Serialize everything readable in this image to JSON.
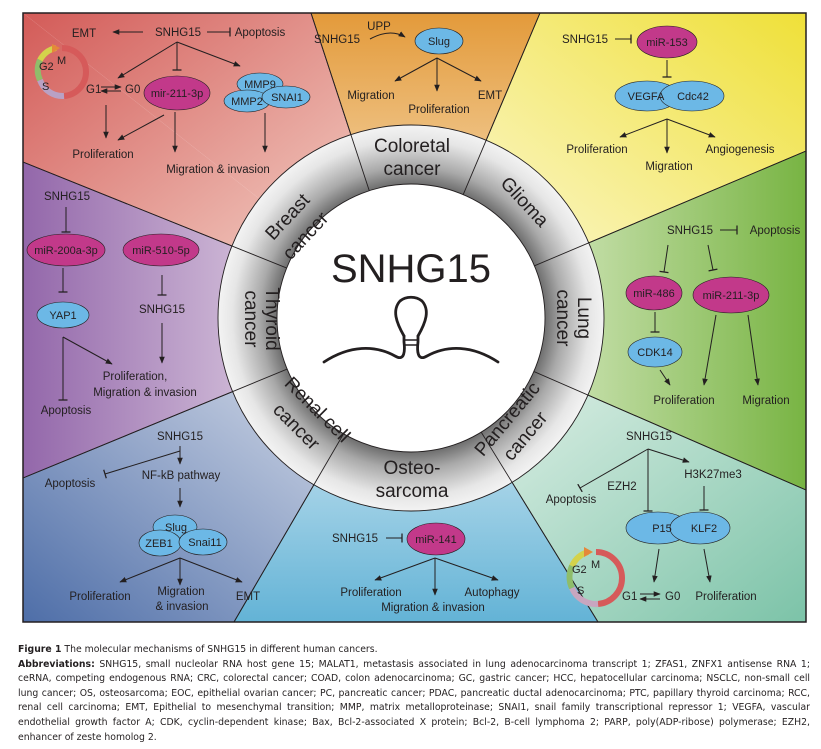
{
  "center": {
    "title": "SNHG15",
    "icon": "rna-hairpin-icon"
  },
  "colors": {
    "mirna": "#c2398a",
    "protein": "#6cb8e6",
    "ring_dark": "#8a8a8a",
    "ring_light": "#f2f2f2",
    "text": "#231f20"
  },
  "segments": [
    {
      "id": "breast",
      "line1": "Breast",
      "line2": "cancer",
      "bg": [
        "#d35b58",
        "#f7dfd0"
      ]
    },
    {
      "id": "colorectal",
      "line1": "Coloretal",
      "line2": "cancer",
      "bg": [
        "#e8a33a",
        "#fdf0d6"
      ]
    },
    {
      "id": "glioma",
      "line1": "Glioma",
      "line2": "",
      "bg": [
        "#f2e33f",
        "#fdfbe6"
      ]
    },
    {
      "id": "lung",
      "line1": "Lung",
      "line2": "cancer",
      "bg": [
        "#7fb847",
        "#fbfcef"
      ]
    },
    {
      "id": "pancreatic",
      "line1": "Pancreatic",
      "line2": "cancer",
      "bg": [
        "#7fc6ab",
        "#f3faf5"
      ]
    },
    {
      "id": "osteosarcoma",
      "line1": "Osteo-",
      "line2": "sarcoma",
      "bg": [
        "#68b8d8",
        "#eef7fa"
      ]
    },
    {
      "id": "renal",
      "line1": "Renal cell",
      "line2": "cancer",
      "bg": [
        "#5677ae",
        "#eef0f4"
      ]
    },
    {
      "id": "thyroid",
      "line1": "Thyroid",
      "line2": "cancer",
      "bg": [
        "#9a6cae",
        "#f6eef5"
      ]
    }
  ],
  "panels": {
    "breast": {
      "snhg15": "SNHG15",
      "emt": "EMT",
      "apoptosis": "Apoptosis",
      "cycle": {
        "m": "M",
        "g2": "G2",
        "s": "S",
        "g1": "G1",
        "g0": "G0"
      },
      "mirna": "mir-211-3p",
      "proteins": [
        "MMP9",
        "MMP2",
        "SNAI1"
      ],
      "proliferation": "Proliferation",
      "migration": "Migration & invasion"
    },
    "colorectal": {
      "snhg15": "SNHG15",
      "upp": "UPP",
      "slug": "Slug",
      "migration": "Migration",
      "proliferation": "Proliferation",
      "emt": "EMT"
    },
    "glioma": {
      "snhg15": "SNHG15",
      "mirna": "miR-153",
      "proteins": [
        "VEGFA",
        "Cdc42"
      ],
      "proliferation": "Proliferation",
      "migration": "Migration",
      "angiogenesis": "Angiogenesis"
    },
    "thyroid": {
      "snhg15_top": "SNHG15",
      "mirna1": "miR-200a-3p",
      "mirna2": "miR-510-5p",
      "yap1": "YAP1",
      "snhg15_mid": "SNHG15",
      "outcome_l1": "Proliferation,",
      "outcome_l2": "Migration & invasion",
      "apoptosis": "Apoptosis"
    },
    "lung": {
      "snhg15": "SNHG15",
      "apoptosis": "Apoptosis",
      "mirna1": "miR-486",
      "mirna2": "miR-211-3p",
      "cdk14": "CDK14",
      "proliferation": "Proliferation",
      "migration": "Migration"
    },
    "renal": {
      "snhg15": "SNHG15",
      "apoptosis": "Apoptosis",
      "nfkb": "NF-kB pathway",
      "proteins": [
        "Slug",
        "ZEB1",
        "Snai11"
      ],
      "proliferation": "Proliferation",
      "migration_l1": "Migration",
      "migration_l2": "& invasion",
      "emt": "EMT"
    },
    "osteosarcoma": {
      "snhg15": "SNHG15",
      "mirna": "miR-141",
      "proliferation": "Proliferation",
      "migration": "Migration & invasion",
      "autophagy": "Autophagy"
    },
    "pancreatic": {
      "snhg15": "SNHG15",
      "apoptosis": "Apoptosis",
      "ezh2": "EZH2",
      "h3k27": "H3K27me3",
      "proteins": [
        "P15",
        "KLF2"
      ],
      "cycle": {
        "m": "M",
        "g2": "G2",
        "s": "S",
        "g1": "G1",
        "g0": "G0"
      },
      "proliferation": "Proliferation"
    }
  },
  "caption": {
    "figure_label": "Figure 1",
    "figure_title": "The molecular mechanisms of SNHG15 in different human cancers.",
    "abbr_label": "Abbreviations:",
    "abbr_text": "SNHG15, small nucleolar RNA host gene 15; MALAT1, metastasis associated in lung adenocarcinoma transcript 1; ZFAS1, ZNFX1 antisense RNA 1; ceRNA, competing endogenous RNA; CRC, colorectal cancer; COAD, colon adenocarcinoma; GC, gastric cancer; HCC, hepatocellular carcinoma; NSCLC, non-small cell lung cancer; OS, osteosarcoma; EOC, epithelial ovarian cancer; PC, pancreatic cancer; PDAC, pancreatic ductal adenocarcinoma; PTC, papillary thyroid carcinoma; RCC, renal cell carcinoma; EMT, Epithelial to mesenchymal transition; MMP, matrix metalloproteinase; SNAI1, snail family transcriptional repressor 1; VEGFA, vascular endothelial growth factor A; CDK, cyclin-dependent kinase; Bax, Bcl-2-associated X protein; Bcl-2, B-cell lymphoma 2; PARP, poly(ADP-ribose) polymerase; EZH2, enhancer of zeste homolog 2."
  }
}
